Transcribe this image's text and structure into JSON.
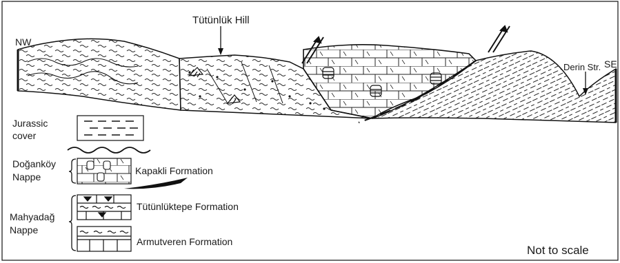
{
  "labels": {
    "nw": "NW",
    "se": "SE",
    "hill": "Tütünlük Hill",
    "derin": "Derin Str.",
    "not_to_scale": "Not to scale"
  },
  "legend": {
    "jurassic_line1": "Jurassic",
    "jurassic_line2": "cover",
    "doganköy_line1": "Doğanköy",
    "doganköy_line2": "Nappe",
    "mahyadag_line1": "Mahyadağ",
    "mahyadag_line2": "Nappe",
    "kapakli": "Kapakli Formation",
    "tutunluktepe": "Tütünlüktepe Formation",
    "armutveren": "Armutveren Formation"
  }
}
